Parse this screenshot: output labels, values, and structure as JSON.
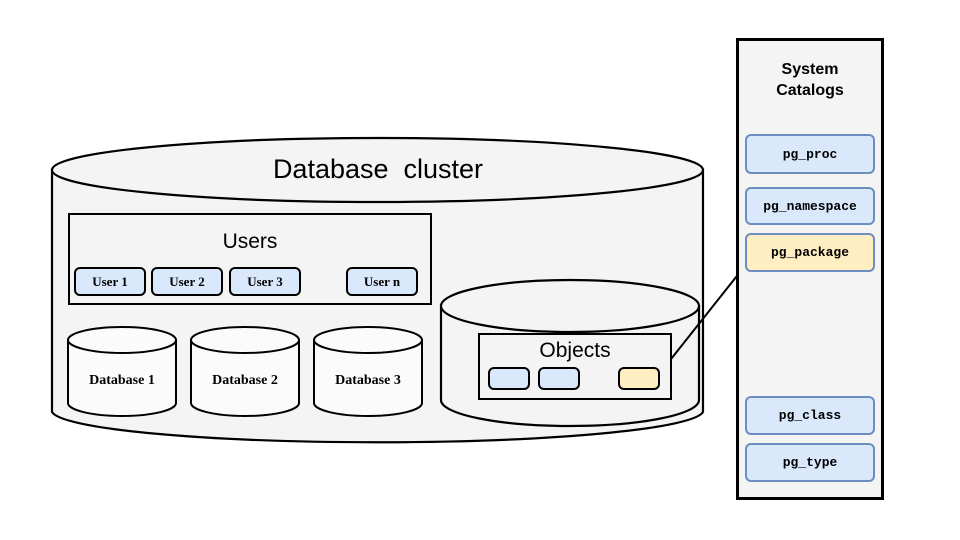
{
  "diagram": {
    "type": "architecture-diagram",
    "background_color": "#ffffff",
    "cluster": {
      "title": "Database  cluster",
      "fill": "#f4f4f4",
      "stroke": "#000000",
      "users_group": {
        "title": "Users",
        "items": [
          {
            "label": "User 1"
          },
          {
            "label": "User 2"
          },
          {
            "label": "User 3"
          },
          {
            "label": "User n"
          }
        ],
        "chip_fill": "#dae8fc",
        "chip_stroke": "#000000"
      },
      "databases": [
        {
          "label": "Database 1"
        },
        {
          "label": "Database 2"
        },
        {
          "label": "Database 3"
        }
      ],
      "objects_group": {
        "title": "Objects",
        "items": [
          {
            "label": "",
            "kind": "blue",
            "fill": "#dae8fc"
          },
          {
            "label": "",
            "kind": "blue",
            "fill": "#dae8fc"
          },
          {
            "label": "",
            "kind": "highlight",
            "fill": "#ffeec2"
          }
        ]
      }
    },
    "system_catalogs": {
      "title_line1": "System",
      "title_line2": "Catalogs",
      "panel_fill": "#f4f4f4",
      "panel_stroke": "#000000",
      "entries": [
        {
          "label": "pg_proc",
          "fill": "#dae8fc",
          "stroke": "#6c8ebf"
        },
        {
          "label": "pg_namespace",
          "fill": "#dae8fc",
          "stroke": "#6c8ebf"
        },
        {
          "label": "pg_package",
          "fill": "#ffeec2",
          "stroke": "#6c8ebf"
        },
        {
          "label": "pg_class",
          "fill": "#dae8fc",
          "stroke": "#6c8ebf"
        },
        {
          "label": "pg_type",
          "fill": "#dae8fc",
          "stroke": "#6c8ebf"
        }
      ]
    },
    "connector": {
      "from": "objects-highlight-chip",
      "to": "pg_package",
      "stroke": "#000000"
    }
  }
}
